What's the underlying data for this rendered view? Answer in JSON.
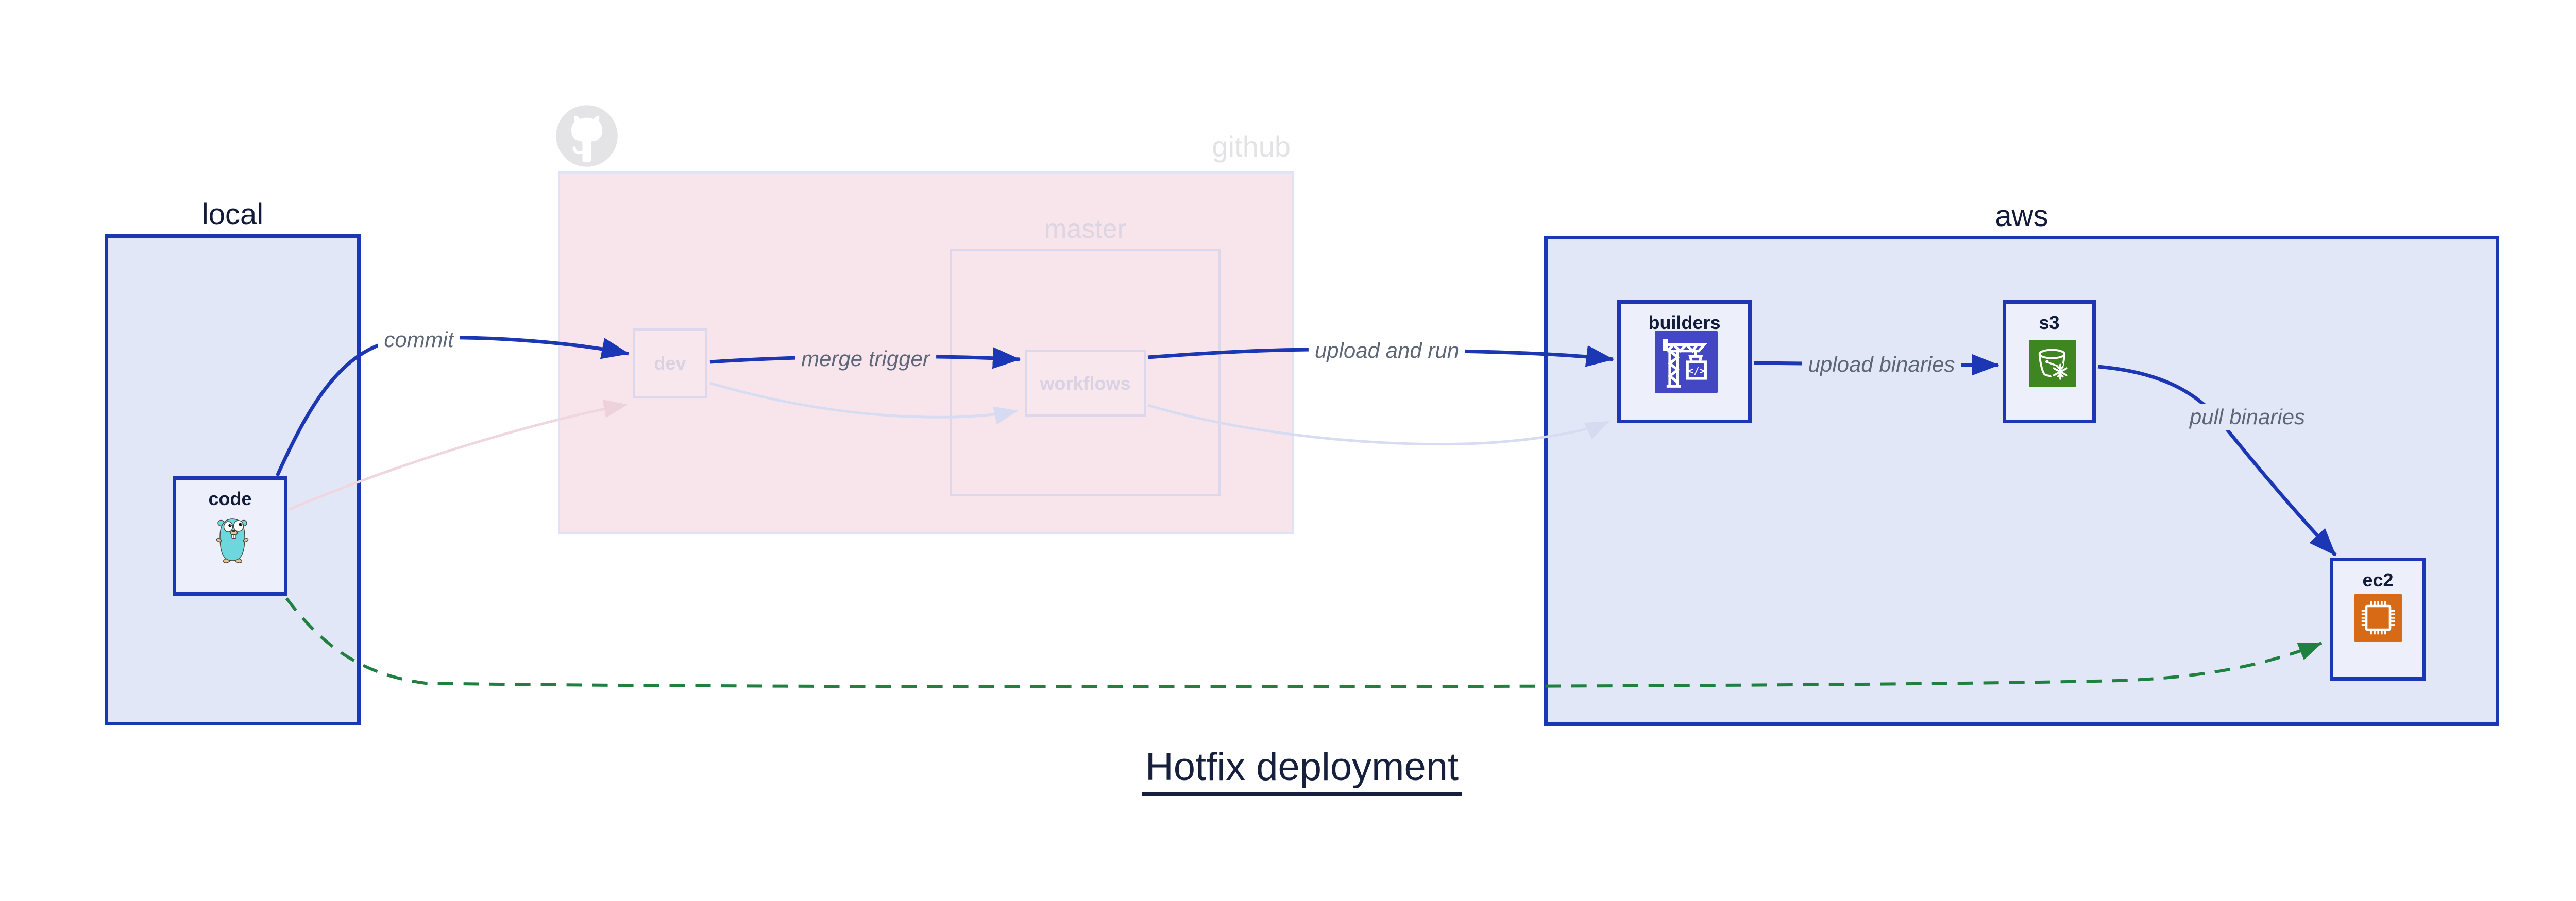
{
  "title": "Hotfix deployment",
  "groups": {
    "local": {
      "label": "local"
    },
    "github": {
      "label": "github"
    },
    "master": {
      "label": "master"
    },
    "aws": {
      "label": "aws"
    }
  },
  "nodes": {
    "code": {
      "label": "code",
      "icon": "go-gopher-icon"
    },
    "dev": {
      "label": "dev"
    },
    "workflows": {
      "label": "workflows"
    },
    "builders": {
      "label": "builders",
      "icon": "codebuild-crane-icon",
      "icon_glyph": "</>"
    },
    "s3": {
      "label": "s3",
      "icon": "s3-bucket-snowflake-icon"
    },
    "ec2": {
      "label": "ec2",
      "icon": "ec2-chip-icon"
    }
  },
  "edges": [
    {
      "label": "commit",
      "from": "code",
      "to": "dev",
      "type": "solid-blue"
    },
    {
      "label": "merge trigger",
      "from": "dev",
      "to": "workflows",
      "type": "solid-blue"
    },
    {
      "label": "upload and run",
      "from": "workflows",
      "to": "builders",
      "type": "solid-blue"
    },
    {
      "label": "upload binaries",
      "from": "builders",
      "to": "s3",
      "type": "solid-blue"
    },
    {
      "label": "pull binaries",
      "from": "s3",
      "to": "ec2",
      "type": "solid-blue"
    },
    {
      "label": "",
      "from": "code",
      "to": "ec2",
      "type": "dashed-green-hotfix"
    },
    {
      "label": "",
      "from": "code",
      "to": "dev",
      "type": "faded-pink"
    },
    {
      "label": "",
      "from": "dev",
      "to": "workflows",
      "type": "faded-lavender"
    },
    {
      "label": "",
      "from": "workflows",
      "to": "builders",
      "type": "faded-lavender"
    }
  ],
  "colors": {
    "blue": "#1b37b4",
    "green": "#1f8040",
    "lavender_fill": "#e2e7f8",
    "node_fill": "#edf0fb",
    "pink_fill": "#f8e5eb",
    "faded_border": "#dbd7ec",
    "faded_text": "#d8d2e3",
    "edge_label_gray": "#5d6676",
    "builders_icon_bg": "#4347c3",
    "s3_icon_bg": "#3f8522",
    "ec2_icon_bg": "#d96a15",
    "gopher_teal": "#6cd7dd"
  }
}
